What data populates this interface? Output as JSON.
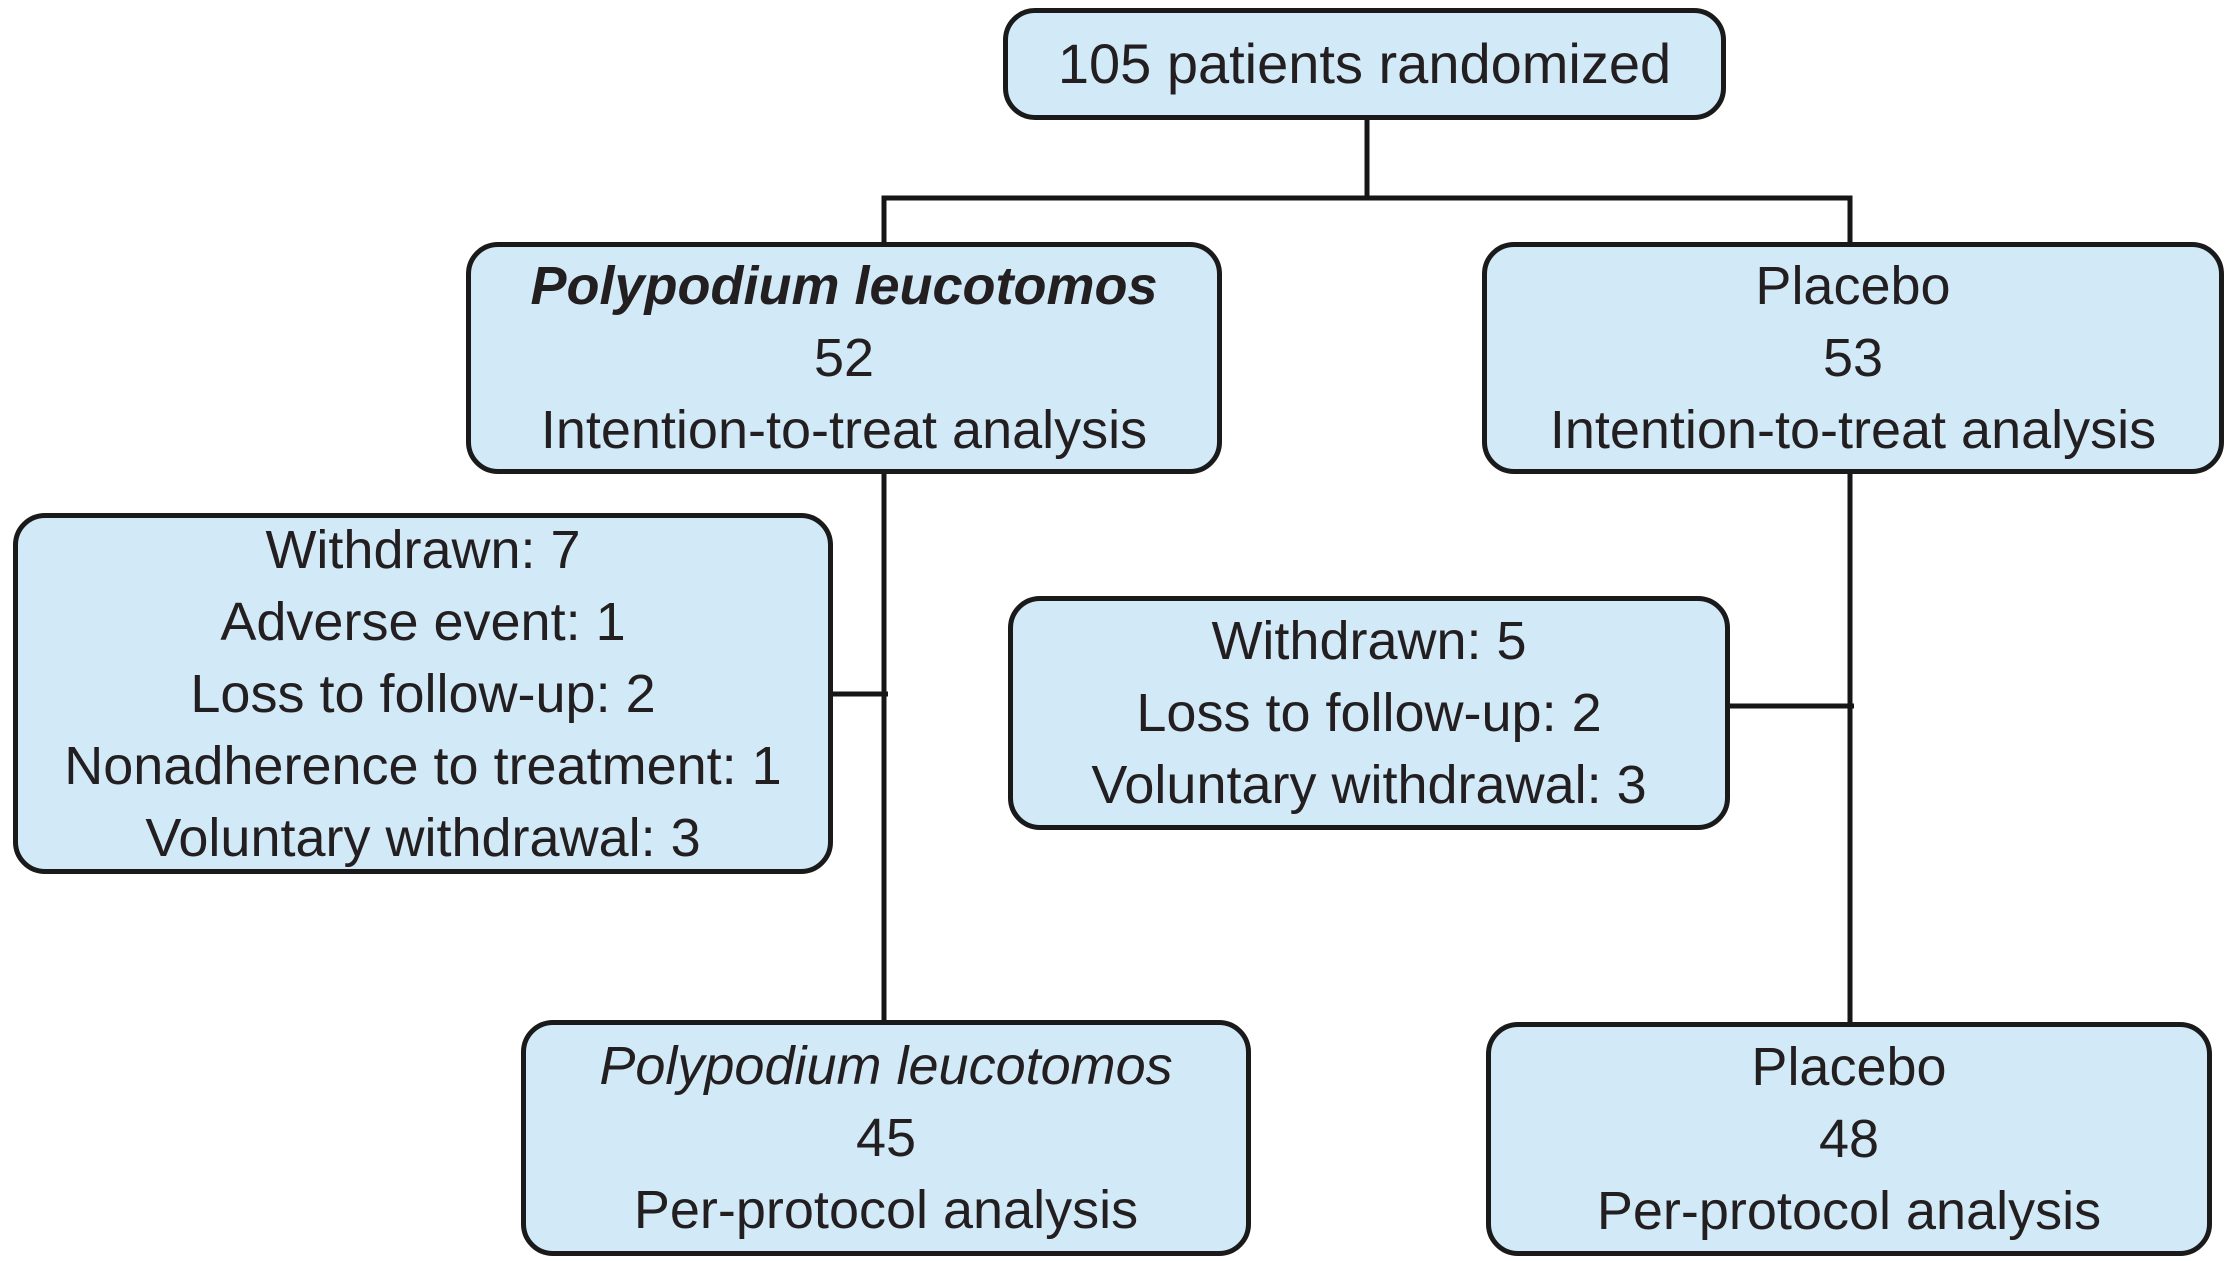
{
  "colors": {
    "background": "#ffffff",
    "box_fill": "#d2e9f7",
    "box_border": "#1a1a1a",
    "line": "#161616",
    "text": "#231f20"
  },
  "nodes": {
    "randomized": {
      "label": "105 patients randomized"
    },
    "itt_polypodium": {
      "title": "Polypodium leucotomos",
      "count": "52",
      "analysis": "Intention-to-treat analysis"
    },
    "itt_placebo": {
      "title": "Placebo",
      "count": "53",
      "analysis": "Intention-to-treat analysis"
    },
    "withdrawn_polypodium": {
      "lines": [
        "Withdrawn: 7",
        "Adverse event: 1",
        "Loss to follow-up: 2",
        "Nonadherence to treatment: 1",
        "Voluntary withdrawal: 3"
      ]
    },
    "withdrawn_placebo": {
      "lines": [
        "Withdrawn: 5",
        "Loss to follow-up: 2",
        "Voluntary withdrawal: 3"
      ]
    },
    "per_protocol_polypodium": {
      "title": "Polypodium leucotomos",
      "count": "45",
      "analysis": "Per-protocol analysis"
    },
    "per_protocol_placebo": {
      "title": "Placebo",
      "count": "48",
      "analysis": "Per-protocol analysis"
    }
  },
  "edges": [
    {
      "from": "randomized",
      "to": "itt_polypodium"
    },
    {
      "from": "randomized",
      "to": "itt_placebo"
    },
    {
      "from": "withdrawn_polypodium",
      "to": "itt_polypodium_branch"
    },
    {
      "from": "withdrawn_placebo",
      "to": "itt_placebo_branch"
    },
    {
      "from": "itt_polypodium",
      "to": "per_protocol_polypodium"
    },
    {
      "from": "itt_placebo",
      "to": "per_protocol_placebo"
    }
  ]
}
